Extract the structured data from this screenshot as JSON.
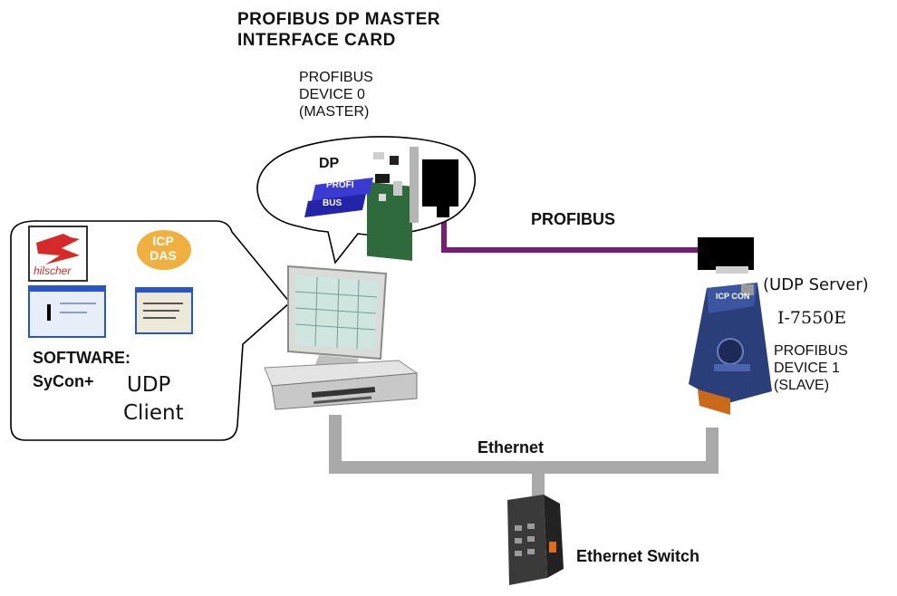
{
  "master": {
    "title_line1": "PROFIBUS DP MASTER",
    "title_line2": "INTERFACE CARD",
    "device_line1": "PROFIBUS",
    "device_line2": "DEVICE 0",
    "device_line3": "(MASTER)",
    "card_logo_dp": "DP",
    "card_logo_profi": "PROFI",
    "card_logo_bus": "BUS"
  },
  "software": {
    "hilscher_logo": "hilscher",
    "icpdas_logo_line1": "ICP",
    "icpdas_logo_line2": "DAS",
    "label_line1": "SOFTWARE:",
    "label_line2": "SyCon+",
    "client_line1": "UDP",
    "client_line2": "Client"
  },
  "links": {
    "profibus_label": "PROFIBUS",
    "ethernet_label": "Ethernet"
  },
  "slave": {
    "server_label": "(UDP Server)",
    "model": "I-7550E",
    "device_line1": "PROFIBUS",
    "device_line2": "DEVICE 1",
    "device_line3": "(SLAVE)",
    "module_logo": "ICP CON"
  },
  "switch": {
    "label": "Ethernet Switch"
  },
  "colors": {
    "profibus_cable": "#7a1a7a",
    "ethernet_cable": "#a9a9a9",
    "module_blue": "#2a3f7a",
    "connector": "#000000"
  }
}
